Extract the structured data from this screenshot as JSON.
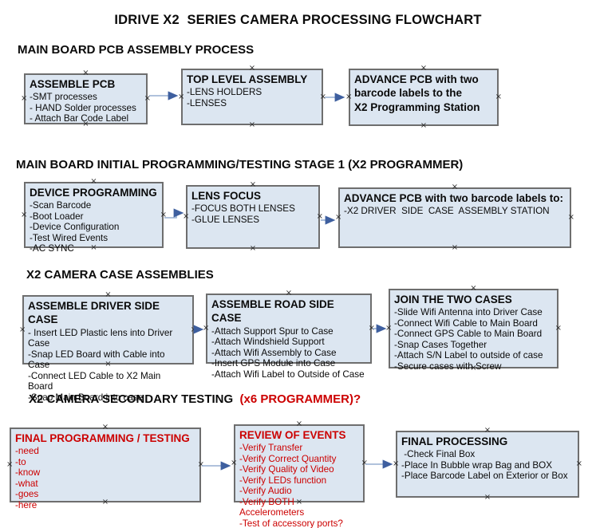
{
  "title": "IDRIVE X2  SERIES CAMERA PROCESSING FLOWCHART",
  "glyphs": {
    "handle": "×"
  },
  "colors": {
    "box_fill": "#dce6f1",
    "box_border": "#6e6e6e",
    "arrow_line": "#95aed0",
    "arrow_head": "#3e5f9f",
    "red": "#cc0000"
  },
  "sections": [
    {
      "heading": "MAIN BOARD PCB ASSEMBLY PROCESS",
      "boxes": [
        {
          "title": "ASSEMBLE PCB",
          "lines": [
            "-SMT processes",
            "- HAND Solder processes",
            "- Attach Bar Code Label"
          ]
        },
        {
          "title": "TOP LEVEL ASSEMBLY",
          "lines": [
            "-LENS HOLDERS",
            "-LENSES"
          ]
        },
        {
          "title": "ADVANCE PCB with two\nbarcode labels to the\n X2 Programming Station",
          "lines": []
        }
      ]
    },
    {
      "heading": "MAIN BOARD INITIAL PROGRAMMING/TESTING STAGE 1 (X2 PROGRAMMER)",
      "boxes": [
        {
          "title": "DEVICE PROGRAMMING",
          "lines": [
            "-Scan Barcode",
            "-Boot Loader",
            "-Device Configuration",
            "-Test Wired Events",
            "-AC SYNC"
          ]
        },
        {
          "title": "LENS FOCUS",
          "lines": [
            "-FOCUS BOTH LENSES",
            "-GLUE LENSES"
          ]
        },
        {
          "title": "ADVANCE PCB with two barcode labels to:",
          "lines": [
            "-X2 DRIVER  SIDE  CASE  ASSEMBLY STATION"
          ]
        }
      ]
    },
    {
      "heading": "X2 CAMERA CASE ASSEMBLIES",
      "boxes": [
        {
          "title": "ASSEMBLE DRIVER SIDE CASE",
          "lines": [
            "- Insert LED Plastic lens into Driver Case",
            "-Snap LED Board with Cable into Case",
            "-Connect LED Cable to X2 Main Board",
            "-Snap Main Board into case"
          ]
        },
        {
          "title": "ASSEMBLE ROAD SIDE CASE",
          "lines": [
            "-Attach Support Spur to Case",
            "-Attach Windshield Support",
            "-Attach Wifi Assembly to Case",
            "-Insert GPS Module into Case",
            "-Attach Wifi Label to Outside of Case"
          ]
        },
        {
          "title": "JOIN THE TWO CASES",
          "lines": [
            "-Slide Wifi Antenna into Driver Case",
            "-Connect Wifi Cable to Main Board",
            "-Connect GPS Cable to Main Board",
            "-Snap Cases Together",
            "-Attach S/N Label to outside of case",
            "-Secure cases with Screw"
          ]
        }
      ]
    },
    {
      "heading": "X2 CAMERA SECONDARY TESTING",
      "heading_red": "  (x6 PROGRAMMER)?",
      "boxes": [
        {
          "title": "FINAL PROGRAMMING / TESTING",
          "lines": [
            "-need",
            "-to",
            "-know",
            "-what",
            "-goes",
            "-here"
          ]
        },
        {
          "title": "REVIEW OF EVENTS",
          "lines": [
            "-Verify Transfer",
            "-Verify Correct Quantity",
            "-Verify Quality of Video",
            "-Verify LEDs function",
            "-Verify Audio",
            "-Verify BOTH Accelerometers",
            "-Test of accessory ports?"
          ]
        },
        {
          "title": "FINAL PROCESSING",
          "lines": [
            " -Check Final Box",
            "-Place In Bubble wrap Bag and BOX",
            "-Place Barcode Label on Exterior or Box"
          ]
        }
      ]
    }
  ]
}
